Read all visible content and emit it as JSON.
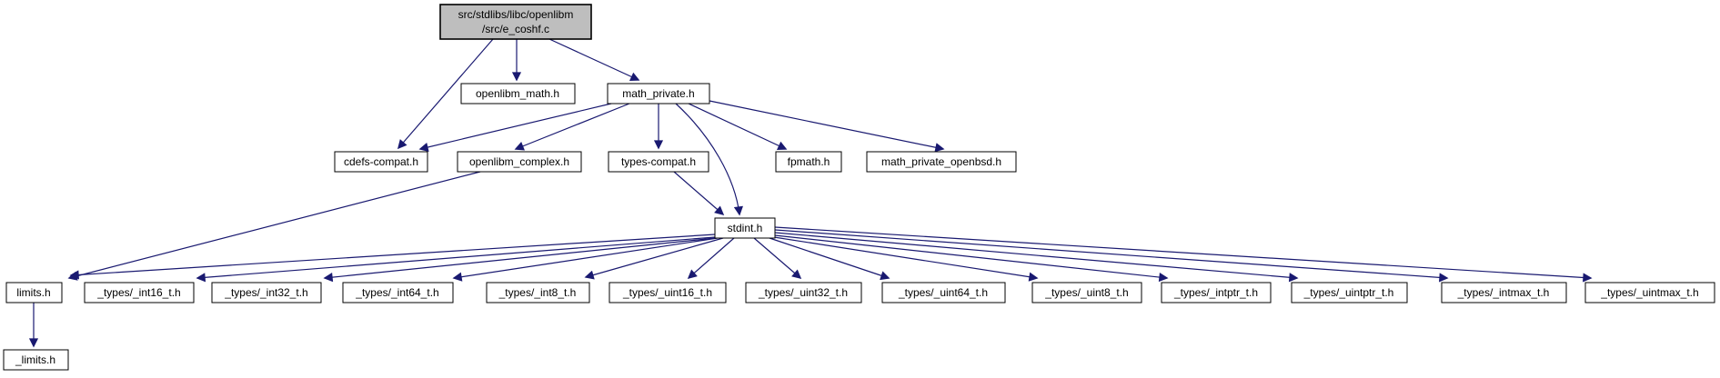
{
  "diagram": {
    "type": "include-dependency-graph",
    "root": {
      "label_line1": "src/stdlibs/libc/openlibm",
      "label_line2": "/src/e_coshf.c"
    },
    "nodes": {
      "openlibm_math": {
        "label": "openlibm_math.h"
      },
      "math_private": {
        "label": "math_private.h"
      },
      "cdefs_compat": {
        "label": "cdefs-compat.h"
      },
      "openlibm_complex": {
        "label": "openlibm_complex.h"
      },
      "types_compat": {
        "label": "types-compat.h"
      },
      "fpmath": {
        "label": "fpmath.h"
      },
      "math_private_openbsd": {
        "label": "math_private_openbsd.h"
      },
      "stdint": {
        "label": "stdint.h"
      },
      "limits": {
        "label": "limits.h"
      },
      "int16": {
        "label": "_types/_int16_t.h"
      },
      "int32": {
        "label": "_types/_int32_t.h"
      },
      "int64": {
        "label": "_types/_int64_t.h"
      },
      "int8": {
        "label": "_types/_int8_t.h"
      },
      "uint16": {
        "label": "_types/_uint16_t.h"
      },
      "uint32": {
        "label": "_types/_uint32_t.h"
      },
      "uint64": {
        "label": "_types/_uint64_t.h"
      },
      "uint8": {
        "label": "_types/_uint8_t.h"
      },
      "intptr": {
        "label": "_types/_intptr_t.h"
      },
      "uintptr": {
        "label": "_types/_uintptr_t.h"
      },
      "intmax": {
        "label": "_types/_intmax_t.h"
      },
      "uintmax": {
        "label": "_types/_uintmax_t.h"
      },
      "limits_underscore": {
        "label": "_limits.h"
      }
    },
    "edges": [
      {
        "from": "root",
        "to": "openlibm_math"
      },
      {
        "from": "root",
        "to": "math_private"
      },
      {
        "from": "root",
        "to": "cdefs_compat"
      },
      {
        "from": "math_private",
        "to": "cdefs_compat"
      },
      {
        "from": "math_private",
        "to": "openlibm_complex"
      },
      {
        "from": "math_private",
        "to": "types_compat"
      },
      {
        "from": "math_private",
        "to": "fpmath"
      },
      {
        "from": "math_private",
        "to": "math_private_openbsd"
      },
      {
        "from": "math_private",
        "to": "stdint"
      },
      {
        "from": "types_compat",
        "to": "stdint"
      },
      {
        "from": "openlibm_complex",
        "to": "limits"
      },
      {
        "from": "stdint",
        "to": "limits"
      },
      {
        "from": "stdint",
        "to": "int16"
      },
      {
        "from": "stdint",
        "to": "int32"
      },
      {
        "from": "stdint",
        "to": "int64"
      },
      {
        "from": "stdint",
        "to": "int8"
      },
      {
        "from": "stdint",
        "to": "uint16"
      },
      {
        "from": "stdint",
        "to": "uint32"
      },
      {
        "from": "stdint",
        "to": "uint64"
      },
      {
        "from": "stdint",
        "to": "uint8"
      },
      {
        "from": "stdint",
        "to": "intptr"
      },
      {
        "from": "stdint",
        "to": "uintptr"
      },
      {
        "from": "stdint",
        "to": "intmax"
      },
      {
        "from": "stdint",
        "to": "uintmax"
      },
      {
        "from": "limits",
        "to": "limits_underscore"
      }
    ],
    "colors": {
      "edge": "#191970",
      "node_border": "#000000",
      "node_fill": "#ffffff",
      "root_fill": "#bebebe",
      "text": "#000000"
    }
  }
}
